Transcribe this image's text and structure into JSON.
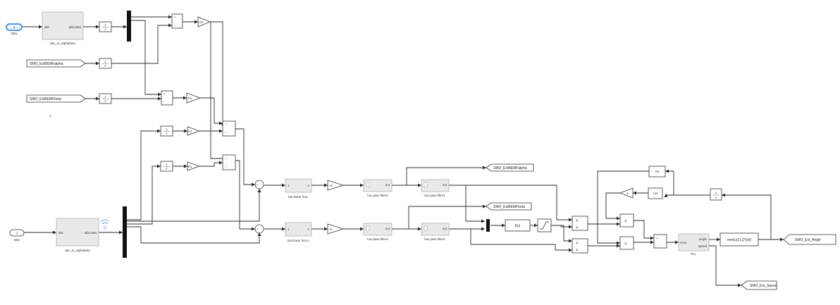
{
  "inports": [
    {
      "id": "vabc",
      "number": "4",
      "label": "Vabc"
    },
    {
      "id": "iabc",
      "number": "1",
      "label": "Iabc"
    }
  ],
  "transform_blocks": [
    {
      "id": "tf1",
      "in": "abc",
      "out": "alfa,beta",
      "caption": "abc_to_alphabeta"
    },
    {
      "id": "tf2",
      "in": "abc",
      "out": "alfa,beta",
      "caption": "abc_to_alphabeta"
    }
  ],
  "from_tags": [
    {
      "id": "from-alpha",
      "label": "SMO_EstBEMFalpha"
    },
    {
      "id": "from-beta",
      "label": "SMO_EstBEMFbeta"
    }
  ],
  "goto_tags": [
    {
      "id": "goto-alpha",
      "label": "SMO_EstBEMFalpha"
    },
    {
      "id": "goto-beta",
      "label": "SMO_EstBEMFbeta"
    },
    {
      "id": "goto-angle",
      "label": "SMO_Est_Angle"
    },
    {
      "id": "goto-speed",
      "label": "SMO_Est_Speed"
    }
  ],
  "stray_text": "1",
  "gains": [
    "K2",
    "K2",
    "K1",
    "K1",
    "-K-",
    "-K-",
    "-1"
  ],
  "unit_delay": {
    "num": "1",
    "den": "z"
  },
  "sum_signs": {
    "plus": "+",
    "minus": "-"
  },
  "sat_blocks": [
    {
      "id": "sat1",
      "port_in": "1",
      "port_out": "1",
      "caption": "Sat linear func"
    },
    {
      "id": "sat2",
      "port_in": "1",
      "port_out": "1",
      "caption": "Sat linear func1"
    }
  ],
  "filter_blocks": [
    {
      "id": "lpf3",
      "port_out": "out",
      "caption": "low pass filter3"
    },
    {
      "id": "lpf1",
      "port_out": "out",
      "caption": "low pass filter1"
    },
    {
      "id": "lpf4",
      "port_out": "out",
      "caption": "low pass filter4"
    },
    {
      "id": "lpf2",
      "port_out": "out",
      "caption": "low pass filter2"
    }
  ],
  "fcn": {
    "label": "f(u)"
  },
  "product_symbol": "×",
  "trig": {
    "sin": "sin",
    "cos": "cos"
  },
  "pll": {
    "port_in": "error",
    "port_angle": "angle",
    "port_speed": "speed",
    "caption": "PLL"
  },
  "rem_block": {
    "label": "rem(u(1),(2*pi))"
  }
}
